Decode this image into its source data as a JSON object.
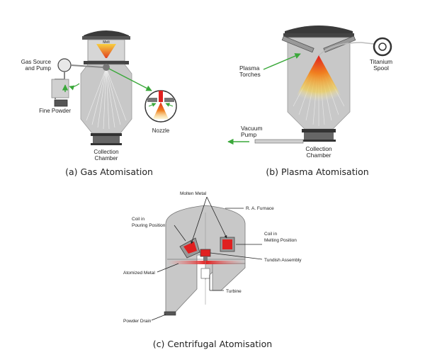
{
  "panels": [
    {
      "caption": "(a)  Gas  Atomisation",
      "labels": {
        "melt": "Melt",
        "gas_source": "Gas Source",
        "and_pump": "and Pump",
        "fine_powder": "Fine Powder",
        "nozzle": "Nozzle",
        "collection_1": "Collection",
        "collection_2": "Chamber"
      }
    },
    {
      "caption": "(b)  Plasma  Atomisation",
      "labels": {
        "plasma": "Plasma",
        "torches": "Torches",
        "titanium": "Titanium",
        "spool": "Spool",
        "vacuum": "Vacuum",
        "pump": "Pump",
        "collection_1": "Collection",
        "collection_2": "Chamber"
      }
    },
    {
      "caption": "(c)  Centrifugal  Atomisation",
      "labels": {
        "molten_metal": "Molten Metal",
        "ra_furnace": "R. A. Furnace",
        "coil_pouring_1": "Coil in",
        "coil_pouring_2": "Pouring Position",
        "coil_melting_1": "Coil in",
        "coil_melting_2": "Melting Position",
        "tundish": "Tundish Assembly",
        "atomized_metal": "Atomized Metal",
        "turbine": "Turbine",
        "powder_drain": "Powder Drain"
      }
    }
  ],
  "colors": {
    "vessel": "#c8c8c8",
    "vessel_dark": "#3a3a3a",
    "arrow_green": "#3aa83a",
    "molten_red": "#e02020",
    "flame_orange": "#f08020",
    "flame_yellow": "#f8d040"
  }
}
